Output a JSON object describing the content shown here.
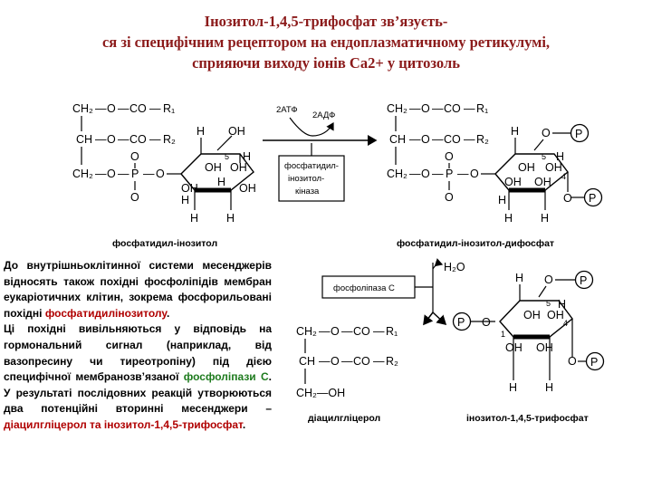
{
  "title": {
    "line1": "Інозитол-1,4,5-трифосфат зв’язуєть-",
    "line2": "ся зі специфічним рецептором на ендоплазматичному ретикулумі,",
    "line3": "сприяючи виходу іонів Са2+ у цитозоль"
  },
  "captions": {
    "pi": "фосфатидил-інозитол",
    "pip2": "фосфатидил-інозитол-дифосфат",
    "dag": "діацилгліцерол",
    "ip3": "інозитол-1,4,5-трифосфат"
  },
  "enzymes": {
    "kinase_line1": "фосфатидил-",
    "kinase_line2": "інозитол-",
    "kinase_line3": "кіназа",
    "plc": "фосфоліпаза С"
  },
  "reagents": {
    "atp": "2АТФ",
    "adp": "2АДФ",
    "water": "H₂O"
  },
  "formula": {
    "ch2": "CH₂",
    "ch": "CH",
    "o": "O",
    "co": "CO",
    "p": "P",
    "r1": "R₁",
    "r2": "R₂",
    "oh": "OH",
    "h": "H",
    "dash": "—",
    "ch2oh": "CH₂—OH",
    "ring_4": "4",
    "ring_5": "5",
    "ring_1": "1"
  },
  "paragraph": {
    "s1": "До внутрішньоклітинної системи месенджерів відносять також похідні фосфоліпідів мембран еукаріотичних клітин, зокрема фосфорильовані похідні ",
    "s1_hl": "фосфатидилінозитолу",
    "s1_end": ".",
    "s2": "Ці похідні вивільняються у відповідь на гормональний сигнал (наприклад, від вазопресину чи тиреотропіну) під дією специфічної мембранозв’язаної ",
    "s2_hl": "фосфоліпази С",
    "s2_mid": ". У результаті послідовних реакцій утворюються два потенційні вторинні месенджери – ",
    "s2_hl2": "діацилгліцерол та інозитол-1,4,5-трифосфат",
    "s2_end": "."
  },
  "colors": {
    "title": "#8B1A1A",
    "highlight_red": "#B00000",
    "highlight_green": "#1E7B1E",
    "text": "#000000"
  }
}
